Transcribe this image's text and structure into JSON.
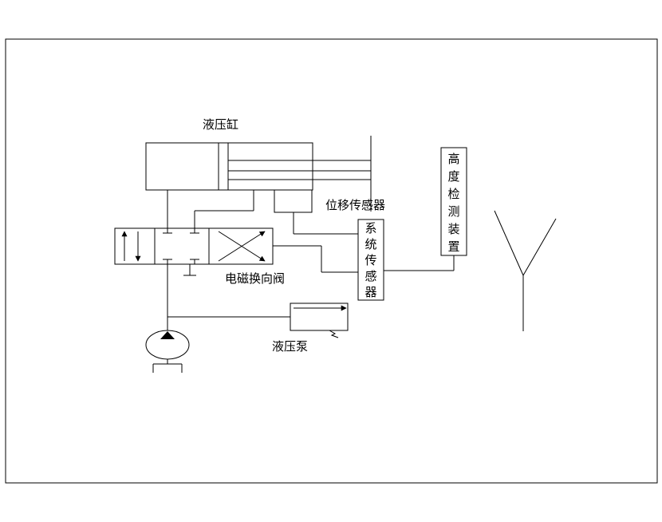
{
  "labels": {
    "cylinder": "液压缸",
    "displacement_sensor": "位移传感器",
    "solenoid_valve": "电磁换向阀",
    "pump": "液压泵",
    "system_sensor": [
      "系",
      "统",
      "传",
      "感",
      "器"
    ],
    "height_device": [
      "高",
      "度",
      "检",
      "测",
      "装",
      "置"
    ]
  }
}
